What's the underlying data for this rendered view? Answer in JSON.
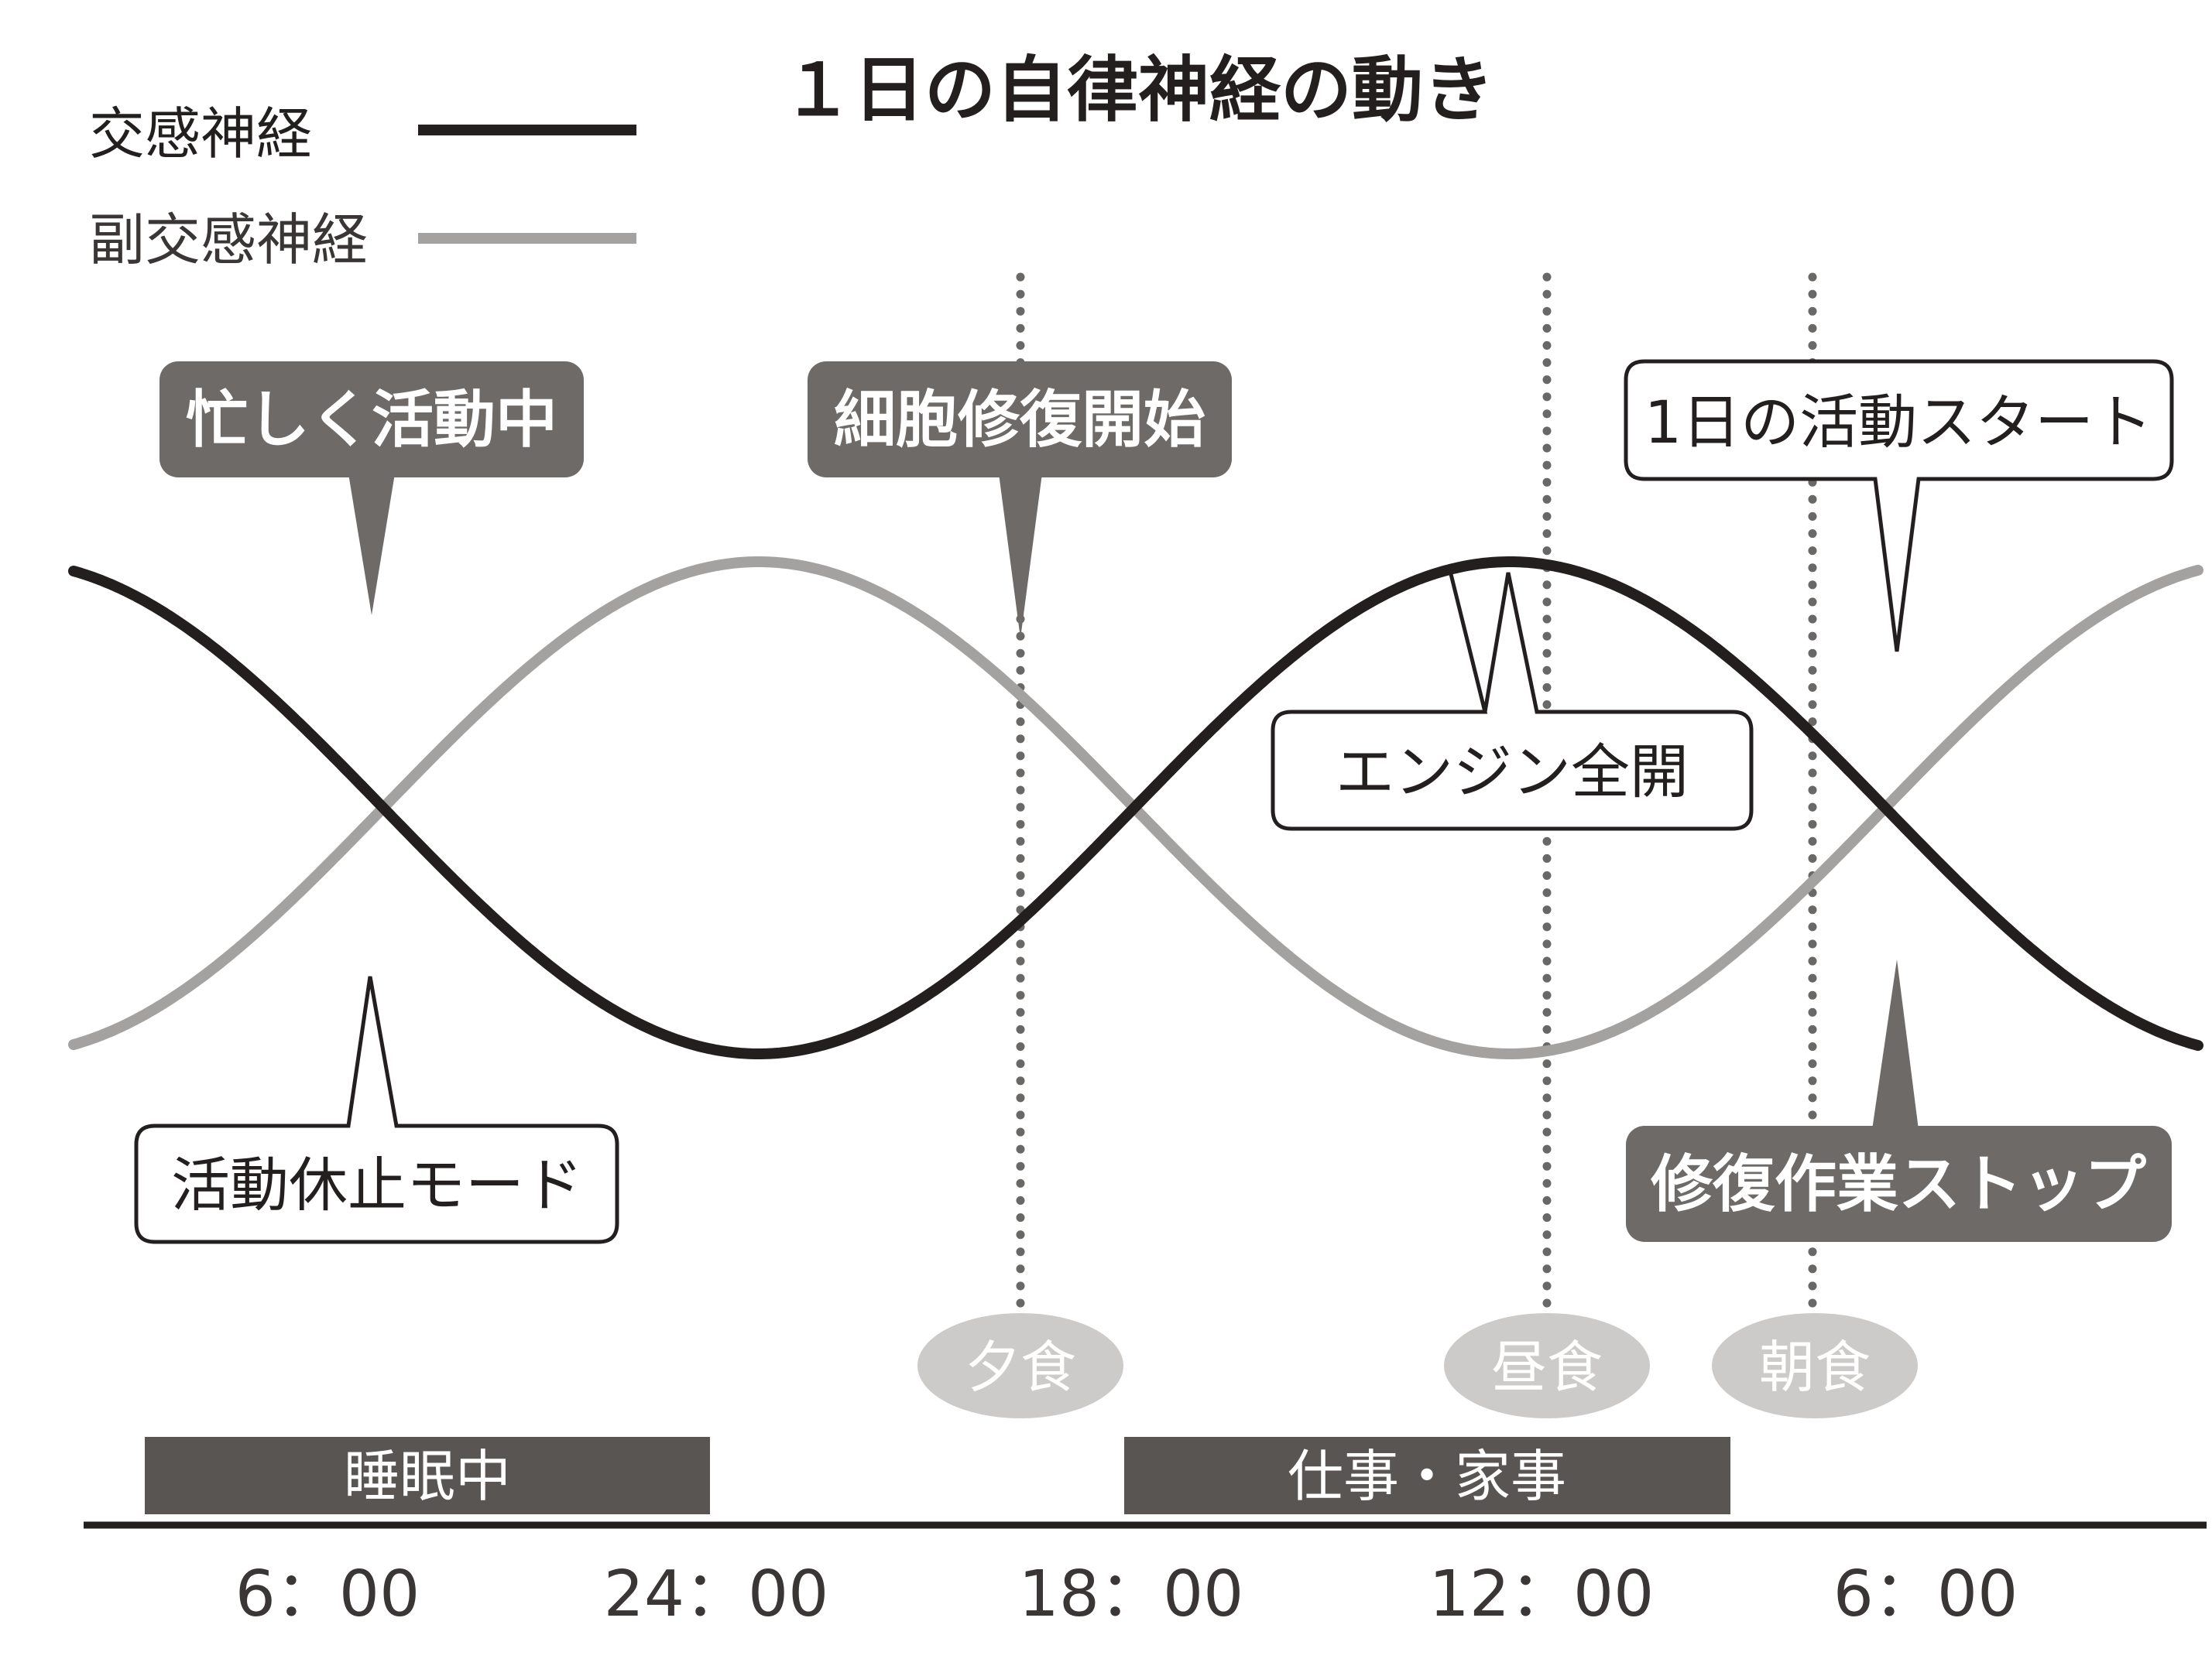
{
  "title": "１日の自律神経の動き",
  "legend": [
    {
      "label": "交感神経",
      "color": "#231f1f"
    },
    {
      "label": "副交感神経",
      "color": "#a4a2a0"
    }
  ],
  "callouts": [
    {
      "text": "忙しく活動中",
      "style": "dark"
    },
    {
      "text": "細胞修復開始",
      "style": "dark"
    },
    {
      "text": "1日の活動スタート",
      "style": "light"
    },
    {
      "text": "エンジン全開",
      "style": "light"
    },
    {
      "text": "活動休止モード",
      "style": "light"
    },
    {
      "text": "修復作業ストップ",
      "style": "dark"
    }
  ],
  "meals": [
    "夕食",
    "昼食",
    "朝食"
  ],
  "periods": [
    "睡眠中",
    "仕事・家事"
  ],
  "time_labels": [
    "6：00",
    "24：00",
    "18：00",
    "12：00",
    "6：00"
  ],
  "colors": {
    "sympathetic": "#231f1f",
    "parasympathetic": "#a4a2a0",
    "dark_box": "#6d6a67",
    "period_box": "#595553",
    "meal_ellipse": "#cdcbc9",
    "dotted_line": "#6a6866"
  }
}
